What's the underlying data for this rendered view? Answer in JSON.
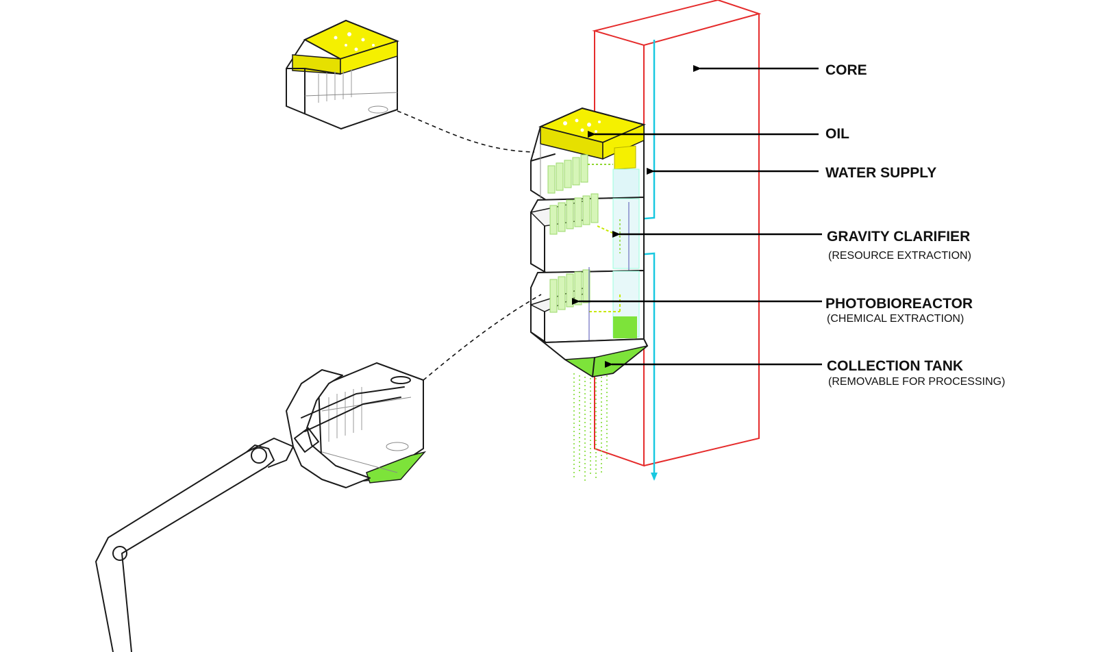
{
  "labels": {
    "core": "CORE",
    "oil": "OIL",
    "water_supply": "WATER SUPPLY",
    "gravity_clarifier": "GRAVITY CLARIFIER",
    "gravity_clarifier_sub": "(RESOURCE EXTRACTION)",
    "photobioreactor": "PHOTOBIOREACTOR",
    "photobioreactor_sub": "(CHEMICAL EXTRACTION)",
    "collection_tank": "COLLECTION TANK",
    "collection_tank_sub": "(REMOVABLE FOR PROCESSING)"
  },
  "colors": {
    "core_outline": "#e52b2b",
    "water": "#19c8e0",
    "oil": "#f5f000",
    "algae": "#7de33a",
    "algae_light": "#d6f5b8",
    "line": "#1a1a1a"
  },
  "icons": {
    "module": "pod-module-icon",
    "arm": "robotic-arm-icon"
  }
}
